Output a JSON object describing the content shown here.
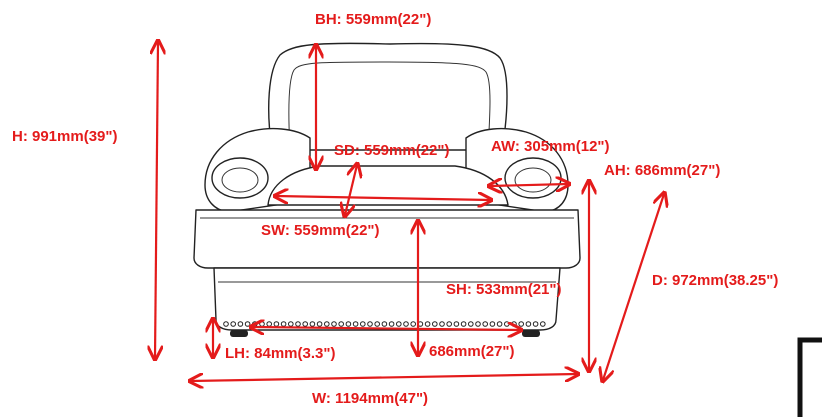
{
  "diagram": {
    "dimensions": {
      "bh": "BH: 559mm(22\")",
      "h": "H: 991mm(39\")",
      "sd": "SD: 559mm(22\")",
      "aw": "AW: 305mm(12\")",
      "ah": "AH: 686mm(27\")",
      "sw": "SW: 559mm(22\")",
      "d": "D: 972mm(38.25\")",
      "sh": "SH: 533mm(21\")",
      "lh": "LH: 84mm(3.3\")",
      "seat_depth_total": "686mm(27\")",
      "w": "W: 1194mm(47\")"
    },
    "colors": {
      "dimension": "#e41b1b",
      "outline": "#222222",
      "background": "#ffffff"
    }
  }
}
